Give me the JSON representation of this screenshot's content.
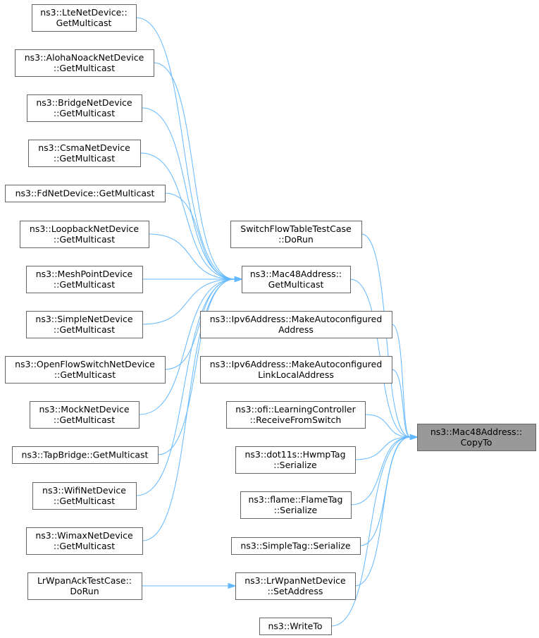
{
  "graph": {
    "colors": {
      "edge": "#63b8ff",
      "node_border": "#666666",
      "focus_fill": "#999999",
      "node_fill": "#ffffff"
    },
    "nodes": [
      {
        "id": "lte",
        "lines": [
          "ns3::LteNetDevice::",
          "GetMulticast"
        ]
      },
      {
        "id": "aloha",
        "lines": [
          "ns3::AlohaNoackNetDevice",
          "::GetMulticast"
        ]
      },
      {
        "id": "bridge",
        "lines": [
          "ns3::BridgeNetDevice",
          "::GetMulticast"
        ]
      },
      {
        "id": "csma",
        "lines": [
          "ns3::CsmaNetDevice",
          "::GetMulticast"
        ]
      },
      {
        "id": "fd",
        "lines": [
          "ns3::FdNetDevice::GetMulticast"
        ]
      },
      {
        "id": "loopback",
        "lines": [
          "ns3::LoopbackNetDevice",
          "::GetMulticast"
        ]
      },
      {
        "id": "meshpoint",
        "lines": [
          "ns3::MeshPointDevice",
          "::GetMulticast"
        ]
      },
      {
        "id": "simplenet",
        "lines": [
          "ns3::SimpleNetDevice",
          "::GetMulticast"
        ]
      },
      {
        "id": "openflow",
        "lines": [
          "ns3::OpenFlowSwitchNetDevice",
          "::GetMulticast"
        ]
      },
      {
        "id": "mock",
        "lines": [
          "ns3::MockNetDevice",
          "::GetMulticast"
        ]
      },
      {
        "id": "tap",
        "lines": [
          "ns3::TapBridge::GetMulticast"
        ]
      },
      {
        "id": "wifi",
        "lines": [
          "ns3::WifiNetDevice",
          "::GetMulticast"
        ]
      },
      {
        "id": "wimax",
        "lines": [
          "ns3::WimaxNetDevice",
          "::GetMulticast"
        ]
      },
      {
        "id": "lrack",
        "lines": [
          "LrWpanAckTestCase::",
          "DoRun"
        ]
      },
      {
        "id": "switchflow",
        "lines": [
          "SwitchFlowTableTestCase",
          "::DoRun"
        ]
      },
      {
        "id": "mac48mc",
        "lines": [
          "ns3::Mac48Address::",
          "GetMulticast"
        ]
      },
      {
        "id": "ipv6auto",
        "lines": [
          "ns3::Ipv6Address::MakeAutoconfigured",
          "Address"
        ]
      },
      {
        "id": "ipv6ll",
        "lines": [
          "ns3::Ipv6Address::MakeAutoconfigured",
          "LinkLocalAddress"
        ]
      },
      {
        "id": "ofi",
        "lines": [
          "ns3::ofi::LearningController",
          "::ReceiveFromSwitch"
        ]
      },
      {
        "id": "hwmp",
        "lines": [
          "ns3::dot11s::HwmpTag",
          "::Serialize"
        ]
      },
      {
        "id": "flame",
        "lines": [
          "ns3::flame::FlameTag",
          "::Serialize"
        ]
      },
      {
        "id": "simpletag",
        "lines": [
          "ns3::SimpleTag::Serialize"
        ]
      },
      {
        "id": "lrsetaddr",
        "lines": [
          "ns3::LrWpanNetDevice",
          "::SetAddress"
        ]
      },
      {
        "id": "writeto",
        "lines": [
          "ns3::WriteTo"
        ]
      },
      {
        "id": "copyto",
        "lines": [
          "ns3::Mac48Address::",
          "CopyTo"
        ]
      }
    ],
    "edges": [
      {
        "from": "lte",
        "to": "mac48mc"
      },
      {
        "from": "aloha",
        "to": "mac48mc"
      },
      {
        "from": "bridge",
        "to": "mac48mc"
      },
      {
        "from": "csma",
        "to": "mac48mc"
      },
      {
        "from": "fd",
        "to": "mac48mc"
      },
      {
        "from": "loopback",
        "to": "mac48mc"
      },
      {
        "from": "meshpoint",
        "to": "mac48mc"
      },
      {
        "from": "simplenet",
        "to": "mac48mc"
      },
      {
        "from": "openflow",
        "to": "mac48mc"
      },
      {
        "from": "mock",
        "to": "mac48mc"
      },
      {
        "from": "tap",
        "to": "mac48mc"
      },
      {
        "from": "wifi",
        "to": "mac48mc"
      },
      {
        "from": "wimax",
        "to": "mac48mc"
      },
      {
        "from": "lrack",
        "to": "lrsetaddr"
      },
      {
        "from": "switchflow",
        "to": "copyto"
      },
      {
        "from": "mac48mc",
        "to": "copyto"
      },
      {
        "from": "ipv6auto",
        "to": "copyto"
      },
      {
        "from": "ipv6ll",
        "to": "copyto"
      },
      {
        "from": "ofi",
        "to": "copyto"
      },
      {
        "from": "hwmp",
        "to": "copyto"
      },
      {
        "from": "flame",
        "to": "copyto"
      },
      {
        "from": "simpletag",
        "to": "copyto"
      },
      {
        "from": "lrsetaddr",
        "to": "copyto"
      },
      {
        "from": "writeto",
        "to": "copyto"
      }
    ]
  }
}
